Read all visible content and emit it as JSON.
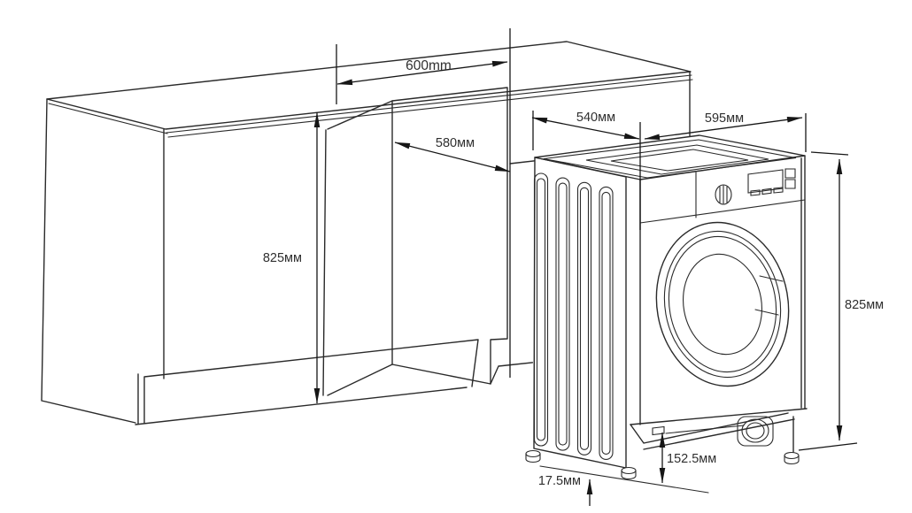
{
  "page": {
    "description": "Installation dimensions diagram: built-in washing machine beside kitchen cabinetry with an open niche"
  },
  "dimensions": {
    "niche_width": "600mm",
    "niche_depth": "580мм",
    "niche_height": "825мм",
    "machine_depth": "540мм",
    "machine_width": "595мм",
    "machine_height": "825мм",
    "base_recess_height": "152.5мм",
    "feet_height": "17.5мм"
  },
  "colors": {
    "line": "#2a2a2a",
    "dimension_line": "#161616",
    "label_text": "#2f2f2f",
    "background": "#ffffff"
  }
}
